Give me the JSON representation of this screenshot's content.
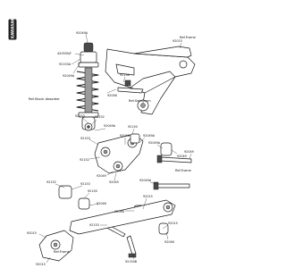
{
  "badge": {
    "text": "KAWASAKI"
  },
  "parts": [
    {
      "id": "p01",
      "label": "92049A"
    },
    {
      "id": "p02",
      "label": "92015"
    },
    {
      "id": "p03",
      "label": "420930/F"
    },
    {
      "id": "p04",
      "label": "92153A"
    },
    {
      "id": "p05",
      "label": "92049A"
    },
    {
      "id": "p06",
      "label": "92150"
    },
    {
      "id": "p07",
      "label": "92046"
    },
    {
      "id": "p08",
      "label": "92153"
    },
    {
      "id": "p09",
      "label": "92152"
    },
    {
      "id": "p10",
      "label": "92049A"
    },
    {
      "id": "p11",
      "label": "92150"
    },
    {
      "id": "p12",
      "label": "92153"
    },
    {
      "id": "p13",
      "label": "92152"
    },
    {
      "id": "p14",
      "label": "92046"
    },
    {
      "id": "p15",
      "label": "92049A"
    },
    {
      "id": "p16",
      "label": "92049A"
    },
    {
      "id": "p17",
      "label": "92049"
    },
    {
      "id": "p18",
      "label": "92049"
    },
    {
      "id": "p19",
      "label": "92049"
    },
    {
      "id": "p20",
      "label": "92049"
    },
    {
      "id": "p21",
      "label": "92153"
    },
    {
      "id": "p22",
      "label": "92152"
    },
    {
      "id": "p23",
      "label": "92150"
    },
    {
      "id": "p24",
      "label": "92046"
    },
    {
      "id": "p25",
      "label": "92049A"
    },
    {
      "id": "p26",
      "label": "92015"
    },
    {
      "id": "p27",
      "label": "92046"
    },
    {
      "id": "p28",
      "label": "92153"
    },
    {
      "id": "p29",
      "label": "92015"
    },
    {
      "id": "p30",
      "label": "92046"
    },
    {
      "id": "p31",
      "label": "92150B"
    },
    {
      "id": "p32",
      "label": "92015"
    },
    {
      "id": "p33",
      "label": "92015"
    }
  ],
  "references": [
    {
      "id": "r1",
      "text": "Ref.Frame"
    },
    {
      "id": "r2",
      "text": "Ref.Shock Absorber"
    },
    {
      "id": "r3",
      "text": "Ref.Swingarm"
    },
    {
      "id": "r4",
      "text": "Ref.Frame"
    },
    {
      "id": "r5",
      "text": "Ref.Frame"
    }
  ]
}
